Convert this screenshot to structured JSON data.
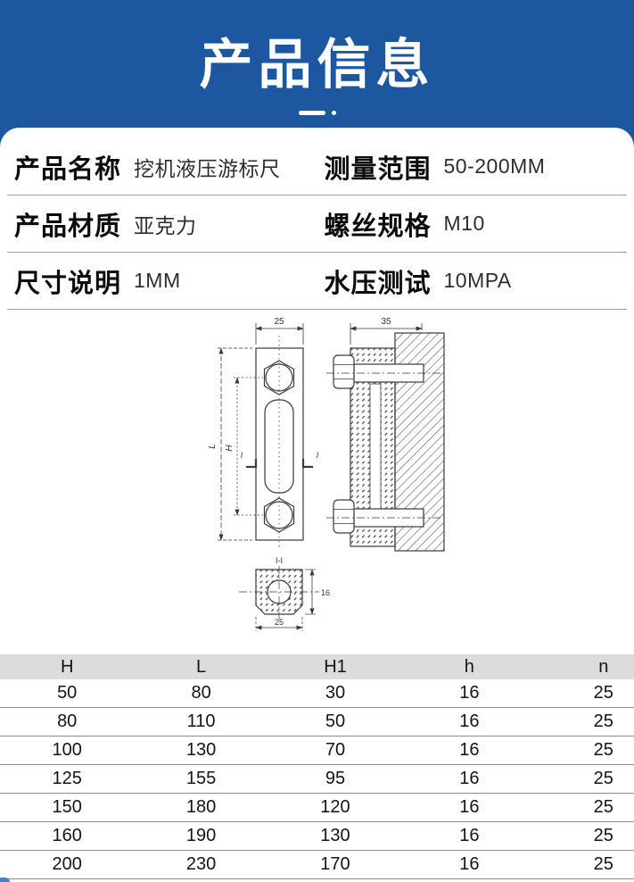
{
  "page": {
    "accent_color": "#1c57a0",
    "table_header_bg": "#dcdcdc"
  },
  "header": {
    "title": "产品信息"
  },
  "specs": [
    {
      "label": "产品名称",
      "value": "挖机液压游标尺"
    },
    {
      "label": "测量范围",
      "value": "50-200MM"
    },
    {
      "label": "产品材质",
      "value": "亚克力"
    },
    {
      "label": "螺丝规格",
      "value": "M10"
    },
    {
      "label": "尺寸说明",
      "value": "1MM"
    },
    {
      "label": "水压测试",
      "value": "10MPA"
    }
  ],
  "drawing": {
    "front_width": "25",
    "side_width": "35",
    "length_dim": "L",
    "height_dim": "H",
    "section_mark_left": "I",
    "section_mark_right": "I",
    "section_title": "I-I",
    "section_height": "16",
    "section_width": "25"
  },
  "table": {
    "columns": [
      "H",
      "L",
      "H1",
      "h",
      "n"
    ],
    "rows": [
      [
        "50",
        "80",
        "30",
        "16",
        "25"
      ],
      [
        "80",
        "110",
        "50",
        "16",
        "25"
      ],
      [
        "100",
        "130",
        "70",
        "16",
        "25"
      ],
      [
        "125",
        "155",
        "95",
        "16",
        "25"
      ],
      [
        "150",
        "180",
        "120",
        "16",
        "25"
      ],
      [
        "160",
        "190",
        "130",
        "16",
        "25"
      ],
      [
        "200",
        "230",
        "170",
        "16",
        "25"
      ]
    ]
  }
}
